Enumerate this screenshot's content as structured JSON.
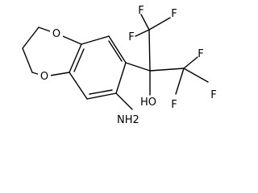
{
  "molecule": {
    "atoms": {
      "o_top": "O",
      "o_bottom": "O",
      "f_top_left": "F",
      "f_top_mid": "F",
      "f_top_right": "F",
      "f_right_top": "F",
      "f_right_bottom": "F",
      "f_right_low": "F",
      "hydroxyl": "HO",
      "amine": "NH2"
    }
  }
}
